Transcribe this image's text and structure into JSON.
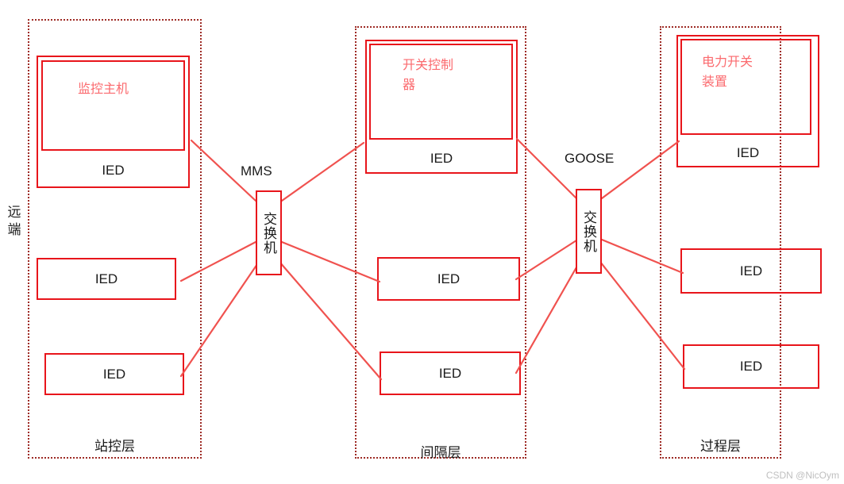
{
  "diagram": {
    "title": "IEC 61850 substation automation three-layer architecture",
    "side_label": "远端",
    "watermark": "CSDN @NicOym",
    "colors": {
      "device_border": "#e8151b",
      "device_title_text": "#fb6a6e",
      "layer_border": "#9e2b25",
      "link_line": "#f0524f",
      "label_text": "#1a1a1a",
      "watermark_text": "#bfbfbf"
    },
    "layers": [
      {
        "id": "station",
        "label": "站控层"
      },
      {
        "id": "bay",
        "label": "间隔层"
      },
      {
        "id": "process",
        "label": "过程层"
      }
    ],
    "protocols": [
      {
        "id": "mms",
        "label": "MMS"
      },
      {
        "id": "goose",
        "label": "GOOSE"
      }
    ],
    "switches": [
      {
        "id": "switch-mms",
        "label": "交换机"
      },
      {
        "id": "switch-goose",
        "label": "交换机"
      }
    ],
    "station_layer": {
      "devices": [
        {
          "id": "monitor-host",
          "title": "监控主机",
          "ied": "IED"
        },
        {
          "id": "station-ied-2",
          "title": "",
          "ied": "IED"
        },
        {
          "id": "station-ied-3",
          "title": "",
          "ied": "IED"
        }
      ]
    },
    "bay_layer": {
      "devices": [
        {
          "id": "switch-controller",
          "title": "开关控制\n器",
          "ied": "IED"
        },
        {
          "id": "bay-ied-2",
          "title": "",
          "ied": "IED"
        },
        {
          "id": "bay-ied-3",
          "title": "",
          "ied": "IED"
        }
      ]
    },
    "process_layer": {
      "devices": [
        {
          "id": "power-switchgear",
          "title": "电力开关\n装置",
          "ied": "IED"
        },
        {
          "id": "process-ied-2",
          "title": "",
          "ied": "IED"
        },
        {
          "id": "process-ied-3",
          "title": "",
          "ied": "IED"
        }
      ]
    }
  }
}
